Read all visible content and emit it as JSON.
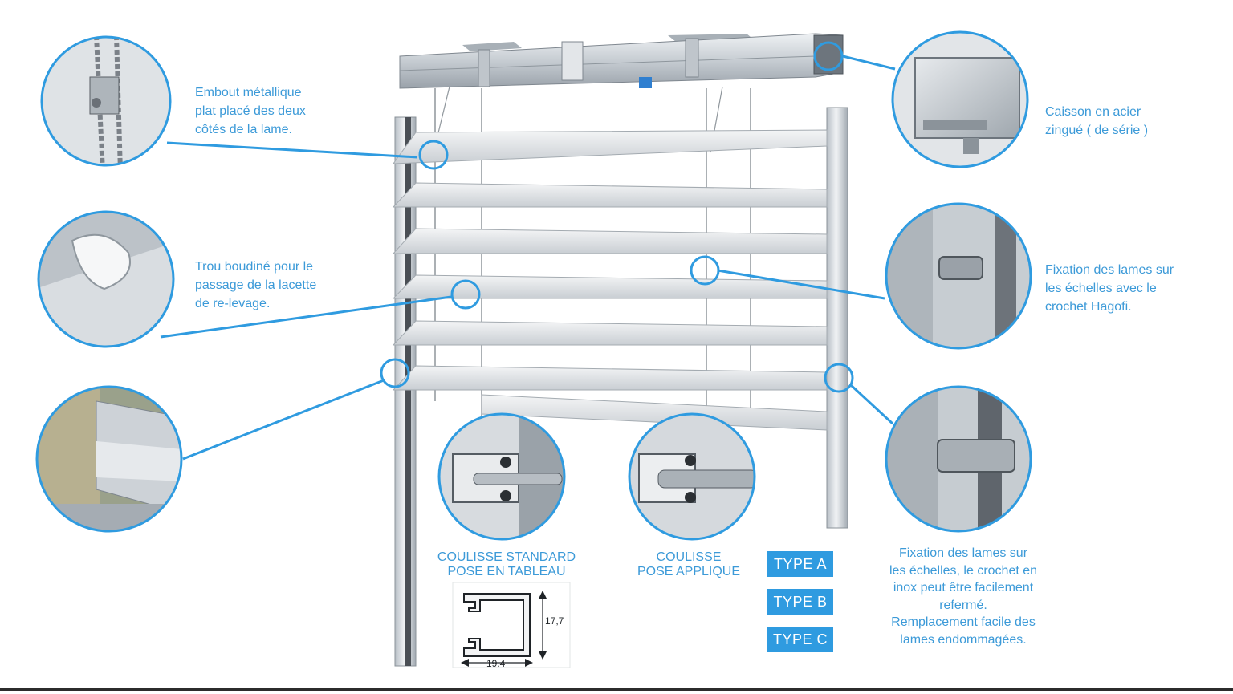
{
  "callouts": {
    "end_cap": "Embout métallique\nplat placé des deux\ncôtés de la lame.",
    "housing": "Caisson en acier\nzingué ( de série )",
    "slot_hole": "Trou boudiné pour le\npassage de la lacette\nde re-levage.",
    "hagofi": "Fixation des lames sur\nles échelles avec le\ncrochet Hagofi.",
    "inox": "Fixation des lames sur\nles échelles, le crochet en\ninox peut être facilement\nrefermé.\nRemplacement facile des\nlames endommagées."
  },
  "rails": {
    "standard": "COULISSE STANDARD\nPOSE EN TABLEAU",
    "applique": "COULISSE\nPOSE APPLIQUE"
  },
  "profile": {
    "height": "17,7",
    "width": "19.4"
  },
  "types": [
    "TYPE A",
    "TYPE B",
    "TYPE C"
  ],
  "colors": {
    "accent": "#3c9ad8",
    "badge": "#2f9be0",
    "metal": "#cfd4d9"
  }
}
